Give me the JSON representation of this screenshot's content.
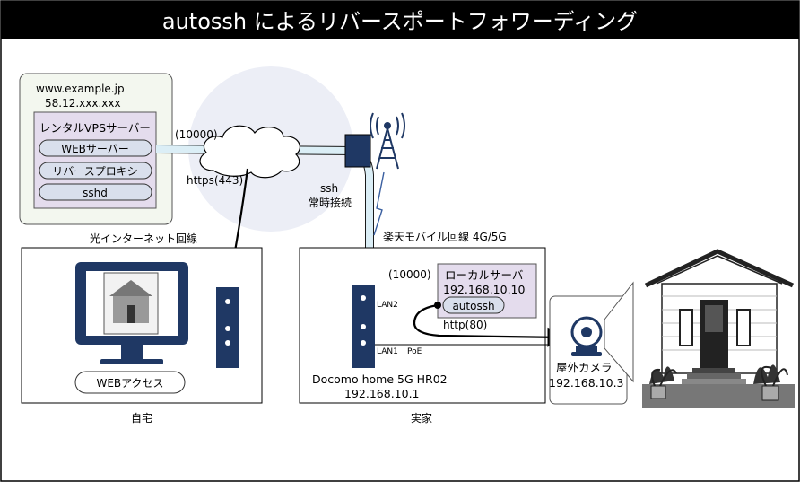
{
  "title": "autossh によるリバースポートフォワーディング",
  "server": {
    "host": "www.example.jp",
    "ip": "58.12.xxx.xxx",
    "vps_label": "レンタルVPSサーバー",
    "services": [
      "WEBサーバー",
      "リバースプロキシ",
      "sshd"
    ]
  },
  "links": {
    "tunnel_port_remote": "(10000)",
    "https_label": "https(443)",
    "ssh_label": "ssh",
    "ssh_sub_label": "常時接続",
    "mobile_line": "楽天モバイル回線 4G/5G",
    "fiber_line": "光インターネット回線",
    "tunnel_port_local": "(10000)",
    "http_label": "http(80)"
  },
  "home": {
    "label": "自宅",
    "web_access": "WEBアクセス"
  },
  "parents_home": {
    "label": "実家",
    "router_name": "Docomo home 5G HR02",
    "router_ip": "192.168.10.1",
    "port_lan2": "LAN2",
    "port_lan1": "LAN1",
    "port_poe": "PoE",
    "local_server": "ローカルサーバ",
    "local_server_ip": "192.168.10.10",
    "autossh": "autossh",
    "camera_label": "屋外カメラ",
    "camera_ip": "192.168.10.3"
  },
  "colors": {
    "title_bg": "#000000",
    "server_bg": "#f3f7ef",
    "vps_bg": "#e4dced",
    "service_bg": "#d9dfec",
    "monitor": "#1f3864",
    "router": "#1f3864",
    "tunnel": "#dbeef6",
    "cloud_halo": "#eceef6"
  }
}
